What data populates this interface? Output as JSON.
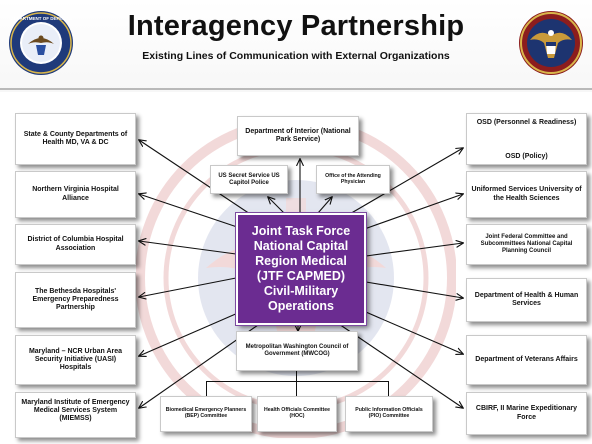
{
  "header": {
    "title": "Interagency Partnership",
    "subtitle": "Existing Lines of Communication with External Organizations",
    "left_seal": {
      "icon": "dod-seal-icon",
      "text": "DEPARTMENT OF DEFENSE"
    },
    "right_seal": {
      "icon": "eagle-seal-icon"
    }
  },
  "center": {
    "label": "Joint Task Force National Capital Region Medical (JTF CAPMED) Civil-Military Operations",
    "color": "#6b2c91"
  },
  "left_column": [
    "State & County Departments of Health MD, VA & DC",
    "Northern Virginia Hospital Alliance",
    "District of Columbia Hospital Association",
    "The Bethesda Hospitals' Emergency Preparedness Partnership",
    "Maryland – NCR Urban Area Security Initiative (UASI) Hospitals",
    "Maryland Institute of Emergency Medical Services System (MIEMSS)"
  ],
  "right_column": {
    "osd": {
      "line1": "OSD (Personnel & Readiness)",
      "line2": "OSD (Policy)"
    },
    "items": [
      "Uniformed Services University of the Health Sciences",
      "Joint Federal Committee and Subcommittees National Capital Planning Council",
      "Department of Health & Human Services",
      "Department of Veterans Affairs",
      "CBIRF, II Marine Expeditionary Force"
    ]
  },
  "top": {
    "interior": "Department of Interior (National Park Service)",
    "secret_service": "US Secret Service US Capitol Police",
    "attending": "Office of the Attending Physician"
  },
  "bottom": {
    "mwcog": "Metropolitan Washington Council of Government (MWCOG)",
    "committees": [
      "Biomedical Emergency Planners (BEP) Committee",
      "Health Officials Committee (HOC)",
      "Public Information Officials (PIO) Committee"
    ]
  },
  "watermark": {
    "icon": "jtf-capmed-seal-watermark-icon",
    "color": "#b51c1c"
  },
  "arrow_color": "#111111"
}
